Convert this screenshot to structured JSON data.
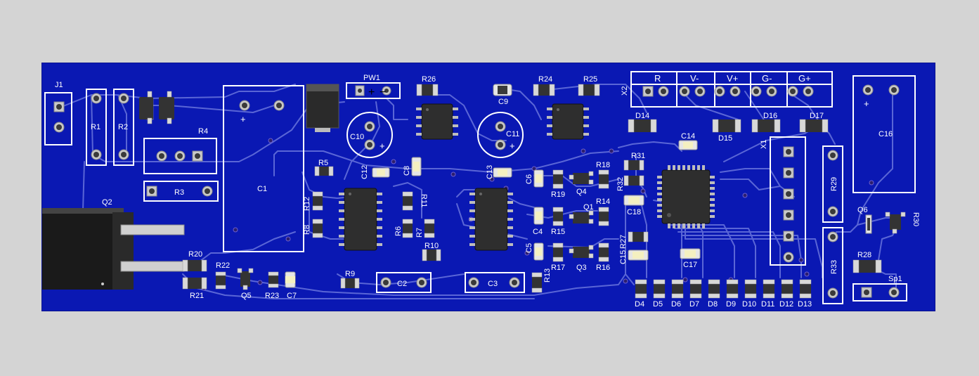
{
  "labels": {
    "J1": "J1",
    "R1": "R1",
    "R2": "R2",
    "R3": "R3",
    "R4": "R4",
    "C1": "C1",
    "Q2": "Q2",
    "PW1": "PW1",
    "PW1_plus": "+",
    "PW1_minus": "−",
    "C10": "C10",
    "C11": "C11",
    "C9": "C9",
    "C12": "C12",
    "C8": "C8",
    "C13": "C13",
    "R5": "R5",
    "R26": "R26",
    "R24": "R24",
    "R25": "R25",
    "R12": "R12",
    "R8": "R8",
    "R11": "R11",
    "R6": "R6",
    "R7": "R7",
    "R10": "R10",
    "R9": "R9",
    "C2": "C2",
    "C3": "C3",
    "R13": "R13",
    "C6": "C6",
    "C4": "C4",
    "C5": "C5",
    "R19": "R19",
    "Q4": "Q4",
    "R18": "R18",
    "Q1": "Q1",
    "R14": "R14",
    "R15": "R15",
    "R17": "R17",
    "Q3": "Q3",
    "R16": "R16",
    "R20": "R20",
    "R21": "R21",
    "R22": "R22",
    "Q5": "Q5",
    "R23": "R23",
    "C7": "C7",
    "X2": "X2",
    "x2_R": "R",
    "x2_Vm": "V-",
    "x2_Vp": "V+",
    "x2_Gm": "G-",
    "x2_Gp": "G+",
    "D14": "D14",
    "D15": "D15",
    "D16": "D16",
    "D17": "D17",
    "C14": "C14",
    "R31": "R31",
    "R32": "R32",
    "C18": "C18",
    "R27": "R27",
    "C15": "C15",
    "C17": "C17",
    "X1": "X1",
    "R29": "R29",
    "R33": "R33",
    "C16": "C16",
    "C16_plus": "+",
    "Q6": "Q6",
    "R30": "R30",
    "R28": "R28",
    "Sp1": "Sp1",
    "C1_plus": "+",
    "D4": "D4",
    "D5": "D5",
    "D6": "D6",
    "D7": "D7",
    "D8": "D8",
    "D9": "D9",
    "D10": "D10",
    "D11": "D11",
    "D12": "D12",
    "D13": "D13"
  }
}
